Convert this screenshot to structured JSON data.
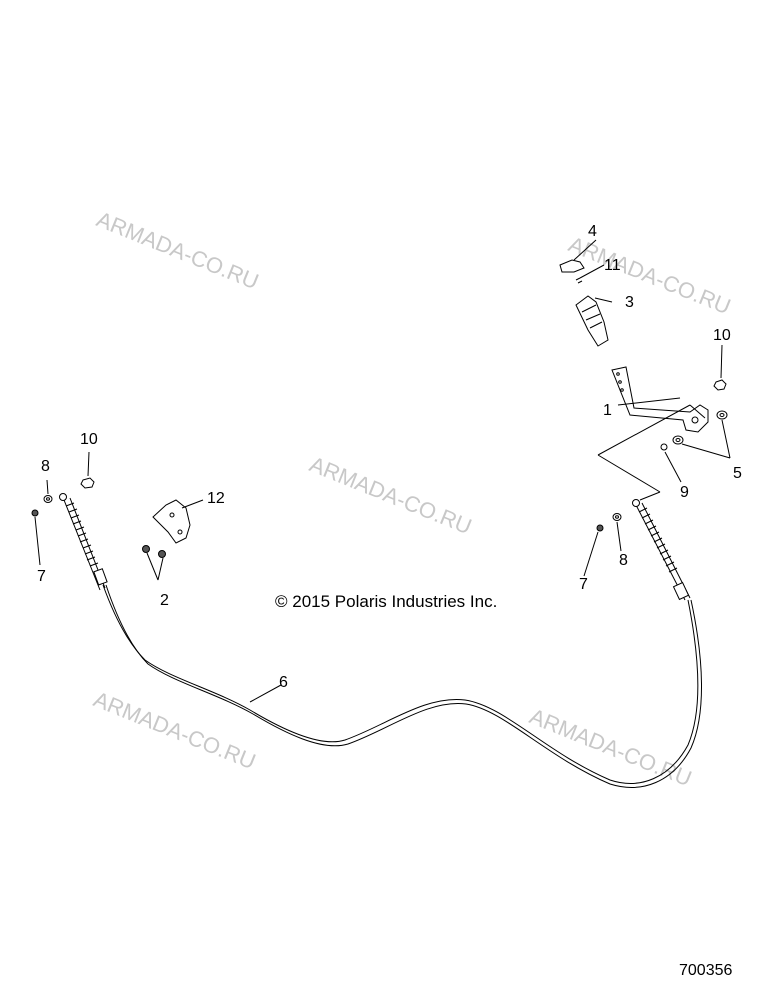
{
  "watermark_text": "ARMADA-CO.RU",
  "copyright": "© 2015 Polaris Industries Inc.",
  "figure_number": "700356",
  "callouts": {
    "c1": "1",
    "c2": "2",
    "c3": "3",
    "c4": "4",
    "c5": "5",
    "c6": "6",
    "c7_left": "7",
    "c7_right": "7",
    "c8_left": "8",
    "c8_right": "8",
    "c9": "9",
    "c10_left": "10",
    "c10_right": "10",
    "c11": "11",
    "c12": "12"
  }
}
